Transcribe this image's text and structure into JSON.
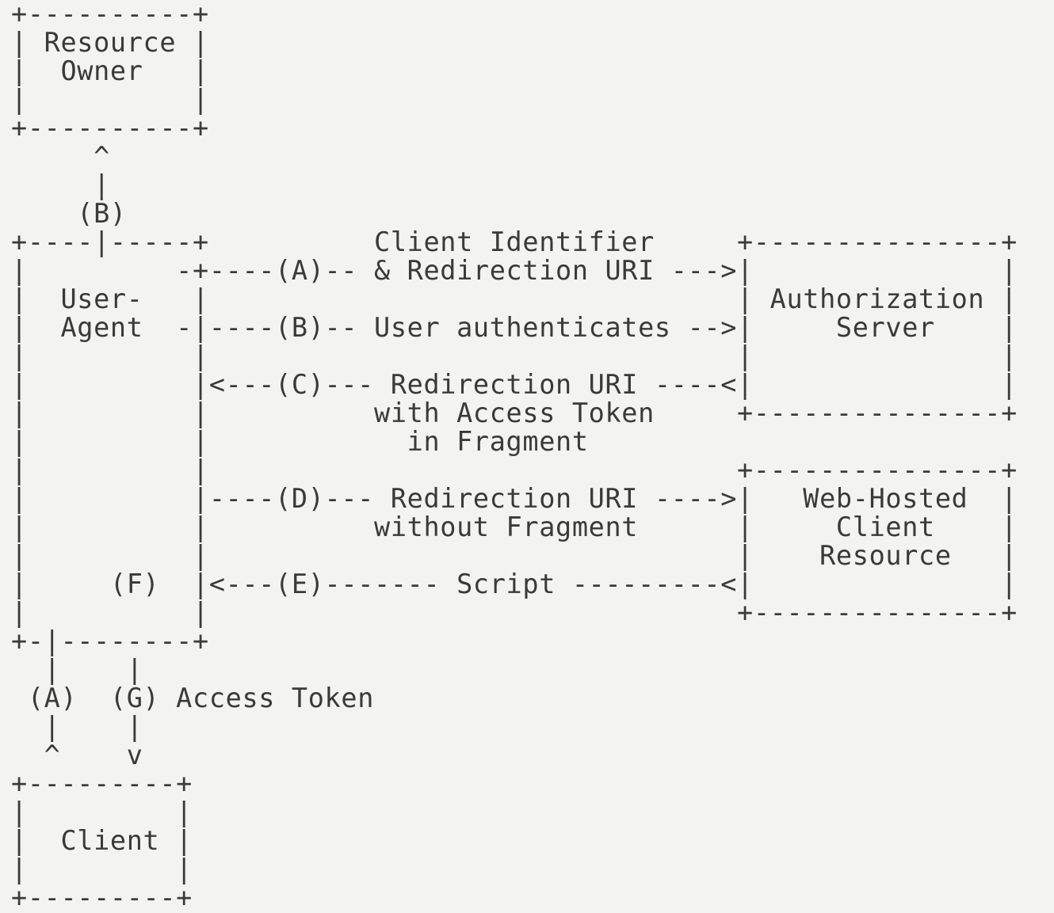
{
  "diagram": {
    "lines": [
      "+----------+",
      "| Resource |",
      "|  Owner   |",
      "|          |",
      "+----------+",
      "     ^",
      "     |",
      "    (B)",
      "+----|-----+          Client Identifier     +---------------+",
      "|         -+----(A)-- & Redirection URI --->|               |",
      "|  User-   |                                | Authorization |",
      "|  Agent  -|----(B)-- User authenticates -->|     Server    |",
      "|          |                                |               |",
      "|          |<---(C)--- Redirection URI ----<|               |",
      "|          |          with Access Token     +---------------+",
      "|          |            in Fragment",
      "|          |                                +---------------+",
      "|          |----(D)--- Redirection URI ---->|   Web-Hosted  |",
      "|          |          without Fragment      |     Client    |",
      "|          |                                |    Resource   |",
      "|     (F)  |<---(E)------- Script ---------<|               |",
      "|          |                                +---------------+",
      "+-|--------+",
      "  |    |",
      " (A)  (G) Access Token",
      "  |    |",
      "  ^    v",
      "+---------+",
      "|         |",
      "|  Client |",
      "|         |",
      "+---------+"
    ]
  }
}
